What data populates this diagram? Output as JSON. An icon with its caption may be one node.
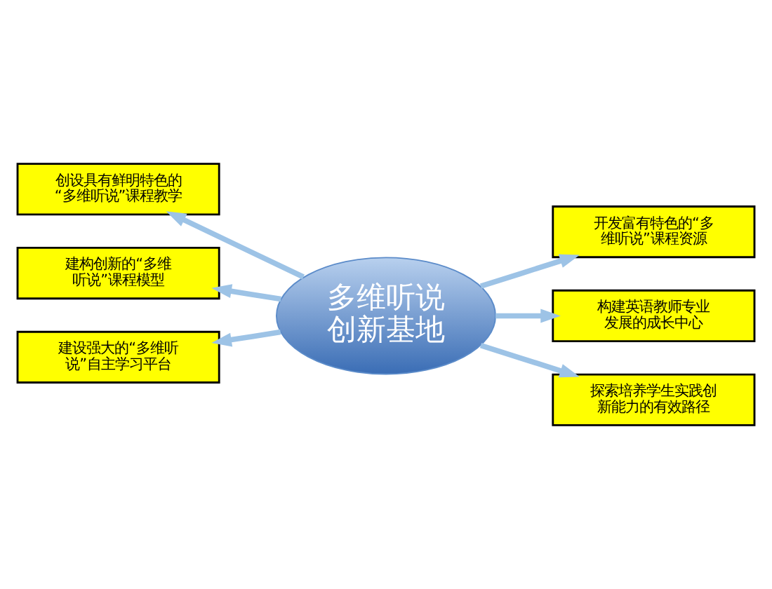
{
  "diagram": {
    "nodes": [
      {
        "text": [
          "多维听说创新基地"
        ]
      },
      {
        "text": [
          "创设具有鲜明特色的“多维听说”课程教学"
        ]
      },
      {
        "text": [
          "开发富有特色的“多维听说”课程资源"
        ]
      },
      {
        "text": [
          "建构创新的“多维听说”课程模型"
        ]
      },
      {
        "text": [
          "构建英语教师专业发展的成长中心"
        ]
      },
      {
        "text": [
          "建设强大的“多维听说”自主学习平台"
        ]
      },
      {
        "text": [
          "探索培养学生实践创新能力的有效路径"
        ]
      }
    ],
    "edges": [
      {
        "from": 0,
        "to": 1,
        "arrow": "to"
      },
      {
        "from": 0,
        "to": 2,
        "arrow": "to"
      },
      {
        "from": 0,
        "to": 3,
        "arrow": "to"
      },
      {
        "from": 0,
        "to": 4,
        "arrow": "to"
      },
      {
        "from": 0,
        "to": 5,
        "arrow": "to"
      },
      {
        "from": 0,
        "to": 6,
        "arrow": "to"
      }
    ]
  }
}
